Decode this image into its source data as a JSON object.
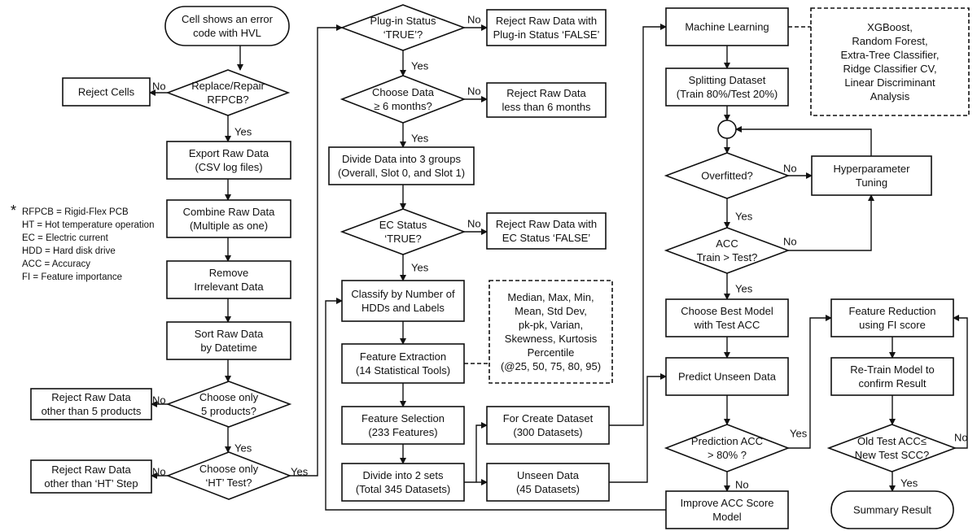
{
  "nodes": {
    "start": {
      "lines": [
        "Cell shows an error",
        "code with HVL"
      ]
    },
    "replace_repair": {
      "lines": [
        "Replace/Repair",
        "RFPCB?"
      ]
    },
    "reject_cells": {
      "lines": [
        "Reject Cells"
      ]
    },
    "export_raw": {
      "lines": [
        "Export Raw Data",
        "(CSV log files)"
      ]
    },
    "combine_raw": {
      "lines": [
        "Combine Raw Data",
        "(Multiple as one)"
      ]
    },
    "remove_irrelevant": {
      "lines": [
        "Remove",
        "Irrelevant Data"
      ]
    },
    "sort_raw": {
      "lines": [
        "Sort Raw Data",
        "by Datetime"
      ]
    },
    "choose_5_products": {
      "lines": [
        "Choose only",
        "5 products?"
      ]
    },
    "reject_5_products": {
      "lines": [
        "Reject Raw Data",
        "other than 5 products"
      ]
    },
    "choose_ht": {
      "lines": [
        "Choose only",
        "‘HT’ Test?"
      ]
    },
    "reject_ht": {
      "lines": [
        "Reject Raw Data",
        "other than ‘HT’ Step"
      ]
    },
    "plugin_status": {
      "lines": [
        "Plug-in Status",
        "‘TRUE’?"
      ]
    },
    "reject_plugin": {
      "lines": [
        "Reject Raw Data with",
        "Plug-in Status ‘FALSE’"
      ]
    },
    "choose_6_months": {
      "lines": [
        "Choose Data",
        "≥ 6 months?"
      ]
    },
    "reject_6_months": {
      "lines": [
        "Reject Raw Data",
        "less than 6 months"
      ]
    },
    "divide_3_groups": {
      "lines": [
        "Divide Data into 3 groups",
        "(Overall, Slot 0, and Slot 1)"
      ]
    },
    "ec_status": {
      "lines": [
        "EC Status",
        "‘TRUE?"
      ]
    },
    "reject_ec": {
      "lines": [
        "Reject Raw Data with",
        "EC Status ‘FALSE’"
      ]
    },
    "classify_hdds": {
      "lines": [
        "Classify by Number of",
        "HDDs and Labels"
      ]
    },
    "stat_tools": {
      "lines": [
        "Median, Max, Min,",
        "Mean, Std Dev,",
        "pk-pk, Varian,",
        "Skewness, Kurtosis",
        "Percentile",
        "(@25, 50, 75, 80, 95)"
      ]
    },
    "feature_extraction": {
      "lines": [
        "Feature Extraction",
        "(14 Statistical Tools)"
      ]
    },
    "feature_selection": {
      "lines": [
        "Feature Selection",
        "(233 Features)"
      ]
    },
    "divide_2_sets": {
      "lines": [
        "Divide into 2 sets",
        "(Total 345 Datasets)"
      ]
    },
    "create_dataset": {
      "lines": [
        "For Create Dataset",
        "(300 Datasets)"
      ]
    },
    "unseen_data": {
      "lines": [
        "Unseen Data",
        "(45 Datasets)"
      ]
    },
    "machine_learning": {
      "lines": [
        "Machine Learning"
      ]
    },
    "ml_models": {
      "lines": [
        "XGBoost,",
        "Random Forest,",
        "Extra-Tree Classifier,",
        "Ridge Classifier CV,",
        "Linear Discriminant",
        "Analysis"
      ]
    },
    "splitting_dataset": {
      "lines": [
        "Splitting Dataset",
        "(Train 80%/Test 20%)"
      ]
    },
    "overfitted": {
      "lines": [
        "Overfitted?"
      ]
    },
    "hyperparameter": {
      "lines": [
        "Hyperparameter",
        "Tuning"
      ]
    },
    "acc_train_test": {
      "lines": [
        "ACC",
        "Train > Test?"
      ]
    },
    "choose_best_model": {
      "lines": [
        "Choose Best Model",
        "with Test ACC"
      ]
    },
    "predict_unseen": {
      "lines": [
        "Predict Unseen Data"
      ]
    },
    "prediction_acc": {
      "lines": [
        "Prediction ACC",
        "> 80% ?"
      ]
    },
    "improve_acc": {
      "lines": [
        "Improve ACC Score",
        "Model"
      ]
    },
    "feature_reduction": {
      "lines": [
        "Feature Reduction",
        "using FI score"
      ]
    },
    "retrain_model": {
      "lines": [
        "Re-Train Model to",
        "confirm Result"
      ]
    },
    "old_new_acc": {
      "lines": [
        "Old Test ACC≤",
        "New Test SCC?"
      ]
    },
    "summary_result": {
      "lines": [
        "Summary Result"
      ]
    }
  },
  "edge_labels": {
    "yes": "Yes",
    "no": "No"
  },
  "notes": {
    "marker": "*",
    "lines": [
      "RFPCB = Rigid-Flex PCB",
      "HT = Hot temperature operation",
      "EC = Electric current",
      "HDD = Hard disk drive",
      "ACC = Accuracy",
      "FI = Feature importance"
    ]
  }
}
